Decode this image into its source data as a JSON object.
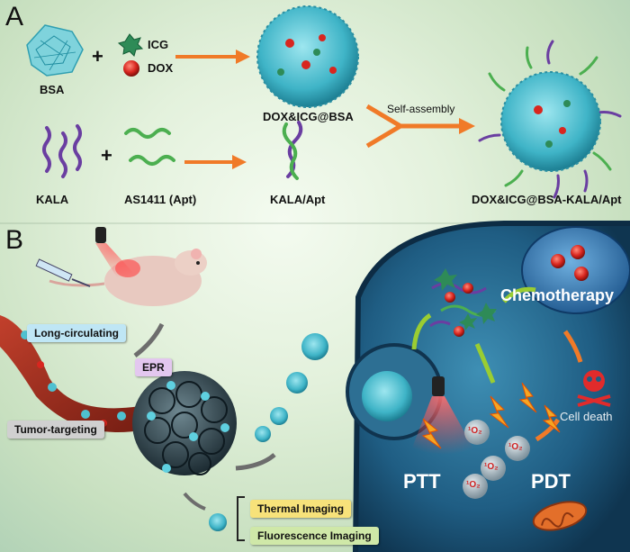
{
  "panel_a": {
    "letter": "A",
    "bsa": "BSA",
    "icg": "ICG",
    "dox": "DOX",
    "kala": "KALA",
    "apt": "AS1411 (Apt)",
    "nanoparticle": "DOX&ICG@BSA",
    "kala_apt": "KALA/Apt",
    "self_assembly": "Self-assembly",
    "final": "DOX&ICG@BSA-KALA/Apt",
    "plus": "+"
  },
  "panel_b": {
    "letter": "B",
    "long_circulating": "Long-circulating",
    "epr": "EPR",
    "tumor_targeting": "Tumor-targeting",
    "thermal_imaging": "Thermal Imaging",
    "fluorescence_imaging": "Fluorescence Imaging",
    "chemotherapy": "Chemotherapy",
    "cell_death": "Cell death",
    "ptt": "PTT",
    "pdt": "PDT",
    "singlet_oxygen": "¹O₂"
  },
  "colors": {
    "protein": "#4fc0d0",
    "dox": "#d8261f",
    "icg": "#2e8b57",
    "kala": "#6a3ea1",
    "apt": "#4caf50",
    "arrow_orange": "#f07a28",
    "vessel": "#a32a1c",
    "cell": "#1d4f73"
  }
}
